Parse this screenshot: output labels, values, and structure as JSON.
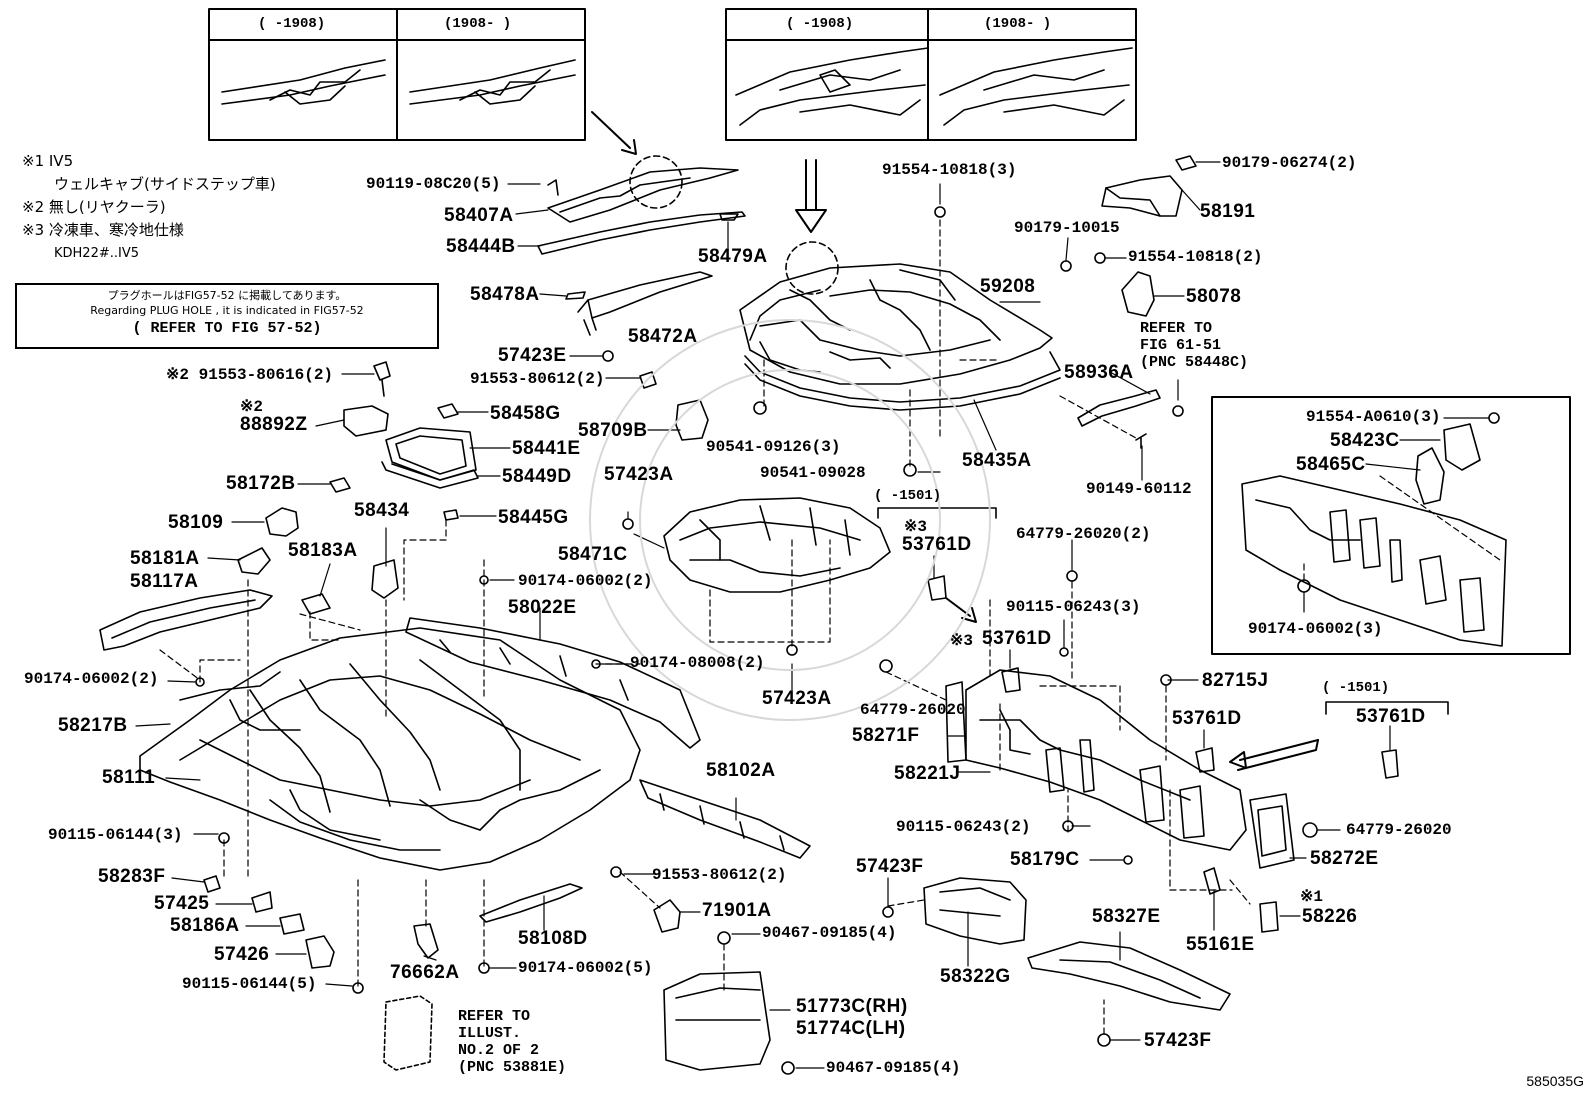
{
  "insets": {
    "top_left": {
      "left_label": "(  -1908)",
      "right_label": "(1908-  )"
    },
    "top_center": {
      "left_label": "(  -1908)",
      "right_label": "(1908-  )"
    }
  },
  "notes": {
    "n1_mark": "※1 IV5",
    "n1_text": "ウェルキャブ(サイドステップ車)",
    "n2": "※2 無し(リヤクーラ)",
    "n3_mark": "※3 冷凍車、寒冷地仕様",
    "n3_text": "KDH22#..IV5"
  },
  "refer_box": {
    "line1": "プラグホールはFIG57-52 に掲載してあります。",
    "line2": "Regarding PLUG HOLE , it is indicated in FIG57-52",
    "line3": "( REFER TO FIG 57-52)"
  },
  "refer_61": {
    "l1": "REFER TO",
    "l2": "FIG 61-51",
    "l3": "(PNC 58448C)"
  },
  "refer_illust": {
    "l1": "REFER TO",
    "l2": "ILLUST.",
    "l3": "NO.2 OF 2",
    "l4": "(PNC 53881E)"
  },
  "range_1501_a": "(  -1501)",
  "range_1501_b": "(  -1501)",
  "labels": {
    "p90119": "90119-08C20(5)",
    "p58407A": "58407A",
    "p58444B": "58444B",
    "p58479A": "58479A",
    "p58478A": "58478A",
    "p58472A": "58472A",
    "p57423E": "57423E",
    "p91553_80612a": "91553-80612(2)",
    "p91553_80616": "※2 91553-80616(2)",
    "p88892Z_mark": "※2",
    "p88892Z": "88892Z",
    "p58458G": "58458G",
    "p58441E": "58441E",
    "p58449D": "58449D",
    "p58709B": "58709B",
    "p58445G": "58445G",
    "p58172B": "58172B",
    "p58434": "58434",
    "p58109": "58109",
    "p58181A": "58181A",
    "p58183A": "58183A",
    "p58117A": "58117A",
    "p90174_06002a": "90174-06002(2)",
    "p90174_06002b": "90174-06002(2)",
    "p58022E": "58022E",
    "p90174_08008": "90174-08008(2)",
    "p57423A_a": "57423A",
    "p58471C": "58471C",
    "p57423A_b": "57423A",
    "p58217B": "58217B",
    "p58111": "58111",
    "p58102A": "58102A",
    "p90115_06144a": "90115-06144(3)",
    "p58283F": "58283F",
    "p91553_80612b": "91553-80612(2)",
    "p57425": "57425",
    "p58186A": "58186A",
    "p71901A": "71901A",
    "p57426": "57426",
    "p58108D": "58108D",
    "p90467_a": "90467-09185(4)",
    "p90115_06144b": "90115-06144(5)",
    "p76662A": "76662A",
    "p90174_06002c": "90174-06002(5)",
    "p51773C": "51773C(RH)",
    "p51774C": "51774C(LH)",
    "p90467_b": "90467-09185(4)",
    "p91554_10818a": "91554-10818(3)",
    "p90179_06274": "90179-06274(2)",
    "p58191": "58191",
    "p90179_10015": "90179-10015",
    "p91554_10818b": "91554-10818(2)",
    "p59208": "59208",
    "p58078": "58078",
    "p58936A": "58936A",
    "p90541_09126": "90541-09126(3)",
    "p90541_09028": "90541-09028",
    "p58435A": "58435A",
    "p90149": "90149-60112",
    "p53761D_a_mark": "※3",
    "p53761D_a": "53761D",
    "p64779_26020_2": "64779-26020(2)",
    "p90115_06243a": "90115-06243(3)",
    "p53761D_b_mark": "※3",
    "p53761D_b": "53761D",
    "p64779_26020a": "64779-26020",
    "p58271F": "58271F",
    "p58221J": "58221J",
    "p82715J": "82715J",
    "p53761D_c": "53761D",
    "p53761D_d": "53761D",
    "p90115_06243b": "90115-06243(2)",
    "p64779_26020b": "64779-26020",
    "p58179C": "58179C",
    "p58272E": "58272E",
    "p57423F_a": "57423F",
    "p58226_mark": "※1",
    "p58226": "58226",
    "p58322G": "58322G",
    "p58327E": "58327E",
    "p55161E": "55161E",
    "p57423F_b": "57423F",
    "p91554_A0610": "91554-A0610(3)",
    "p58423C": "58423C",
    "p58465C": "58465C",
    "p90174_06002d": "90174-06002(3)"
  },
  "drawing_code": "585035G"
}
